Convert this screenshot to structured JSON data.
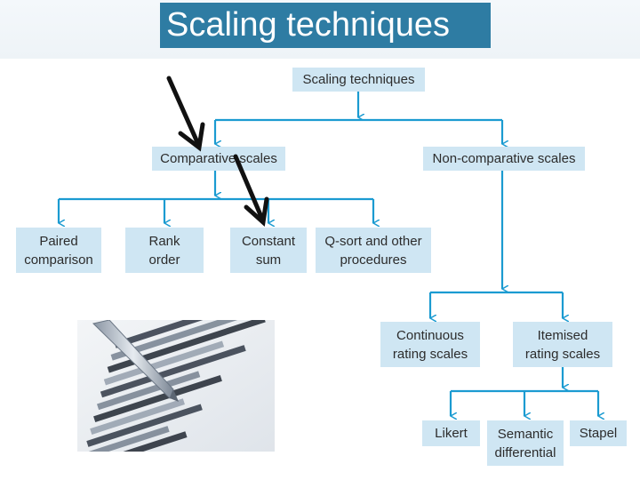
{
  "slide_title": "Scaling techniques",
  "diagram": {
    "root": "Scaling techniques",
    "comparative": "Comparative scales",
    "non_comparative": "Non-comparative scales",
    "paired": "Paired\ncomparison",
    "rank": "Rank\norder",
    "constant": "Constant\nsum",
    "qsort": "Q-sort and other\nprocedures",
    "continuous": "Continuous\nrating scales",
    "itemised": "Itemised\nrating scales",
    "likert": "Likert",
    "semantic": "Semantic\ndifferential",
    "stapel": "Stapel"
  },
  "colors": {
    "title_bar": "#2e7ca3",
    "node_fill": "#cfe6f3",
    "connector": "#1b9bd1",
    "annotation_arrow": "#111111"
  },
  "photo_icon": "pen-on-bar-chart-photo"
}
